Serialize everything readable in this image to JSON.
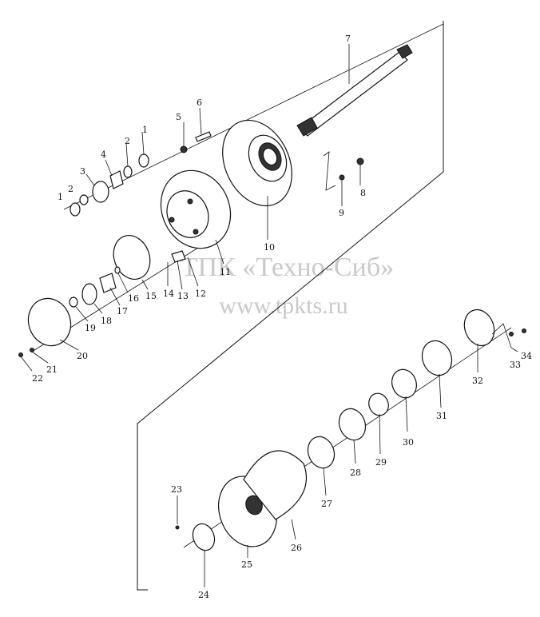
{
  "watermark": {
    "line1": "ТПК «Техно-Сиб»",
    "line2": "www.tpkts.ru"
  },
  "callouts": {
    "p1a": "1",
    "p1b": "1",
    "p2a": "2",
    "p2b": "2",
    "p3": "3",
    "p4": "4",
    "p5": "5",
    "p6": "6",
    "p7": "7",
    "p8": "8",
    "p9": "9",
    "p10": "10",
    "p11": "11",
    "p12": "12",
    "p13": "13",
    "p14": "14",
    "p15": "15",
    "p16": "16",
    "p17": "17",
    "p18": "18",
    "p19": "19",
    "p20": "20",
    "p21": "21",
    "p22": "22",
    "p23": "23",
    "p24": "24",
    "p25": "25",
    "p26": "26",
    "p27": "27",
    "p28": "28",
    "p29": "29",
    "p30": "30",
    "p31": "31",
    "p32": "32",
    "p33": "33",
    "p34": "34"
  }
}
